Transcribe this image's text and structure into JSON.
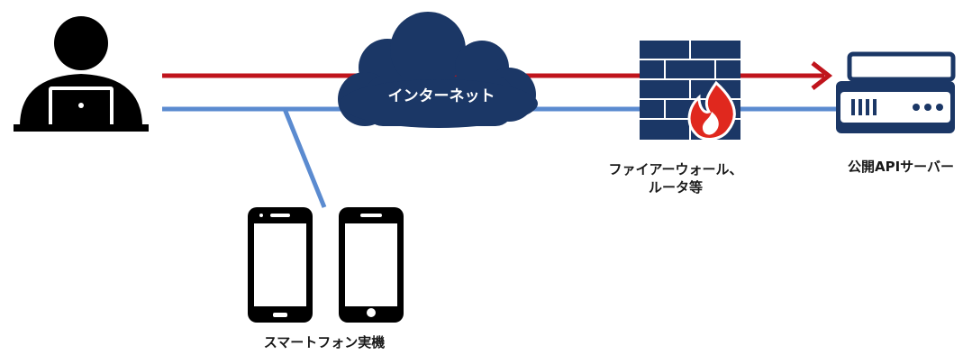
{
  "labels": {
    "internet": "インターネット",
    "firewall_line1": "ファイアーウォール、",
    "firewall_line2": "ルータ等",
    "api_server": "公開APIサーバー",
    "smartphones": "スマートフォン実機"
  },
  "colors": {
    "red_line": "#c0141c",
    "blue_line": "#5b8bd0",
    "navy": "#1b3766",
    "black": "#000000",
    "flame_red": "#e0281e"
  },
  "icons": {
    "user": "person-at-laptop-icon",
    "cloud": "cloud-icon",
    "firewall": "firewall-icon",
    "server": "server-icon",
    "phone_left": "smartphone-icon",
    "phone_right": "smartphone-icon"
  }
}
